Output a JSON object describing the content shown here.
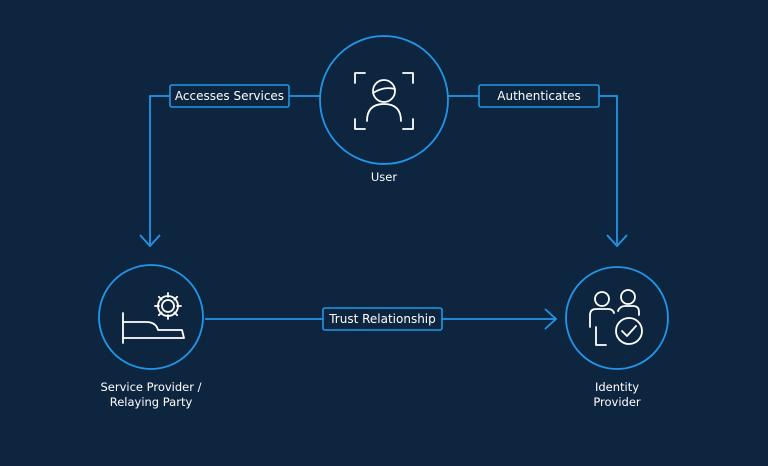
{
  "colors": {
    "background": "#0e2540",
    "line": "#2196e8",
    "text": "#ffffff"
  },
  "nodes": {
    "user": {
      "label": "User",
      "icon": "user-face-scan-icon"
    },
    "service_provider": {
      "label_line1": "Service Provider /",
      "label_line2": "Relaying Party",
      "icon": "hand-with-gear-icon"
    },
    "identity_provider": {
      "label_line1": "Identity",
      "label_line2": "Provider",
      "icon": "users-verified-icon"
    }
  },
  "edges": {
    "accesses_services": "Accesses Services",
    "authenticates": "Authenticates",
    "trust_relationship": "Trust Relationship"
  }
}
